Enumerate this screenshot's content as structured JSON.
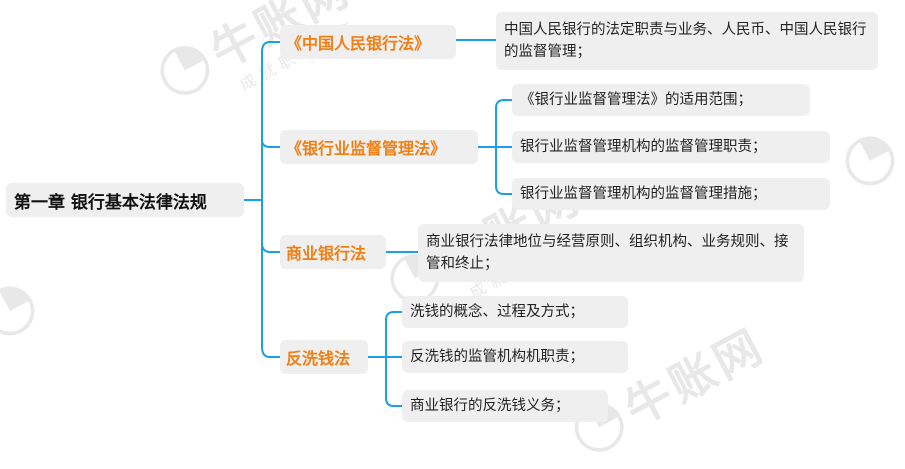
{
  "root": {
    "label": "第一章 银行基本法律法规"
  },
  "branches": [
    {
      "label": "《中国人民银行法》",
      "leaves": [
        "中国人民银行的法定职责与业务、人民币、中国人民银行的监督管理；"
      ]
    },
    {
      "label": "《银行业监督管理法》",
      "leaves": [
        "《银行业监督管理法》的适用范围；",
        "银行业监督管理机构的监督管理职责；",
        "银行业监督管理机构的监督管理措施；"
      ]
    },
    {
      "label": "商业银行法",
      "leaves": [
        "商业银行法律地位与经营原则、组织机构、业务规则、接管和终止；"
      ]
    },
    {
      "label": "反洗钱法",
      "leaves": [
        "洗钱的概念、过程及方式；",
        "反洗钱的监管机构机职责；",
        "商业银行的反洗钱义务；"
      ]
    }
  ],
  "watermark": {
    "brand": "牛账网",
    "slogan": "成就职业未来"
  },
  "colors": {
    "connector": "#1aa0e6",
    "branch_text": "#f07f16",
    "node_bg": "#efefef"
  }
}
